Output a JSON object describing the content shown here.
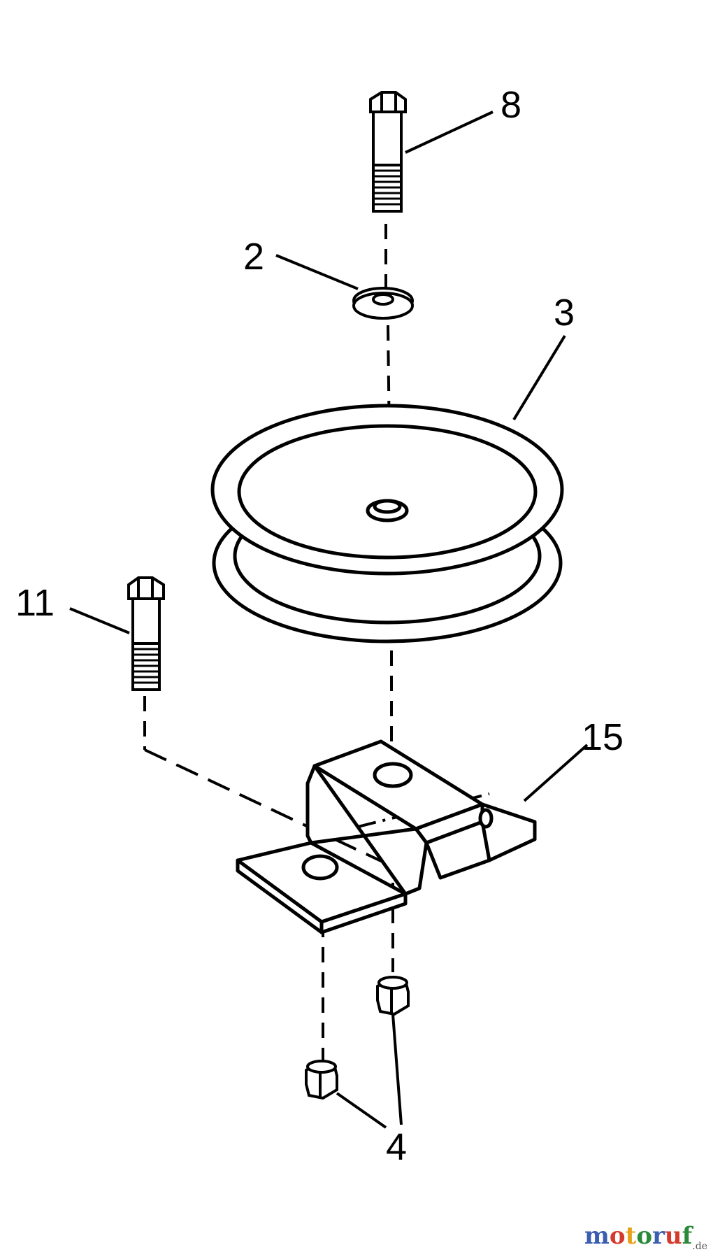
{
  "callouts": {
    "bolt_top": "8",
    "washer": "2",
    "pulley": "3",
    "bolt_left": "11",
    "bracket": "15",
    "nuts": "4"
  },
  "watermark": {
    "letters": [
      "m",
      "o",
      "t",
      "o",
      "r",
      "u",
      "f"
    ],
    "colors": [
      "#3b5fb0",
      "#d33b2c",
      "#e8a21a",
      "#2a8a3a",
      "#3b5fb0",
      "#d33b2c",
      "#2a8a3a"
    ],
    "suffix": ".de"
  }
}
